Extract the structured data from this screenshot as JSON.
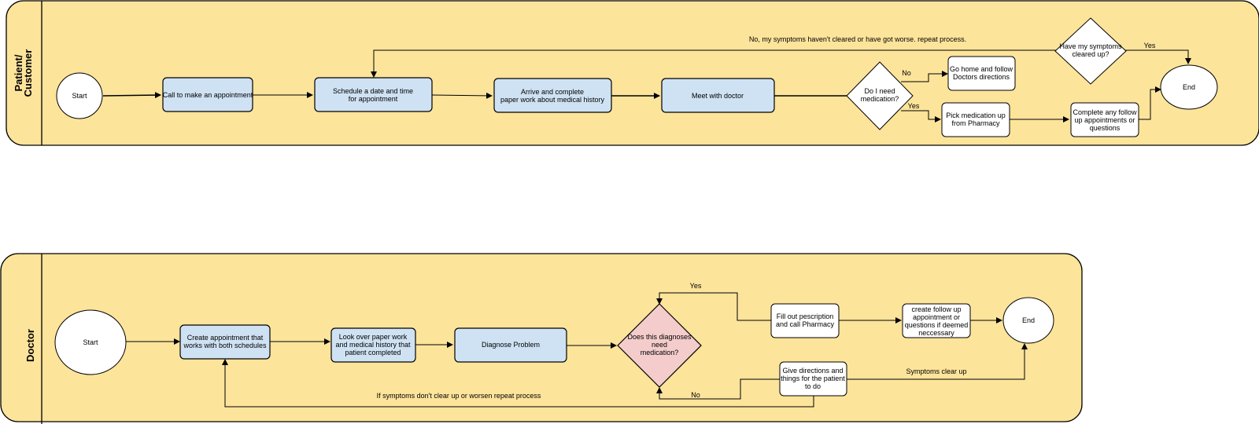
{
  "lanes": {
    "patient": [
      "Patient/",
      "Customer"
    ],
    "doctor": "Doctor"
  },
  "patient": {
    "start": "Start",
    "call": "Call to make an appointment",
    "schedule": [
      "Schedule a date and time",
      "for appointment"
    ],
    "arrive": [
      "Arrive and complete",
      "paper work about medical history"
    ],
    "meet": "Meet with doctor",
    "need_med": [
      "Do I need",
      "medication?"
    ],
    "go_home": [
      "Go home and follow",
      "Doctors directions"
    ],
    "pick_med": [
      "Pick medication up",
      "from Pharmacy"
    ],
    "follow_up": [
      "Complete any follow",
      "up appointments or",
      "questions"
    ],
    "cleared": [
      "Have my symptoms",
      "cleared up?"
    ],
    "end": "End",
    "label_no": "No",
    "label_yes": "Yes",
    "label_cleared_yes": "Yes",
    "label_repeat": "No, my symptoms haven't cleared or have got worse. repeat process."
  },
  "doctor": {
    "start": "Start",
    "create": [
      "Create appointment that",
      "works with both schedules"
    ],
    "look": [
      "Look over paper work",
      "and medical history that",
      "patient completed"
    ],
    "diagnose": "Diagnose Problem",
    "decision": [
      "Does this diagnoses",
      "need",
      "medication?"
    ],
    "fill": [
      "Fill out pescription",
      "and call Pharmacy"
    ],
    "create_follow": [
      "create follow up",
      "appointment or",
      "questions if  deemed",
      "neccessary"
    ],
    "give": [
      "Give directions and",
      "things for the patient",
      "to do"
    ],
    "end": "End",
    "label_yes": "Yes",
    "label_no": "No",
    "label_clear": "Symptoms clear up",
    "label_repeat": "If symptoms don't clear up or worsen repeat process"
  }
}
